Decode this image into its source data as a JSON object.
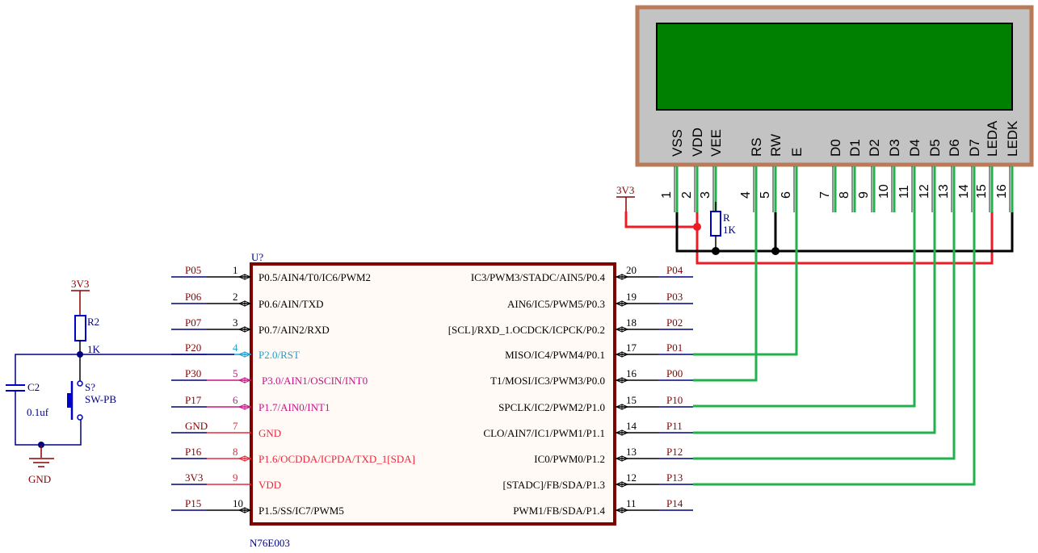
{
  "colors": {
    "chip_border": "#800000",
    "chip_fill": "#fffaf5",
    "net_wire": "#000080",
    "net_label": "#8b0000",
    "green_wire": "#22b14c",
    "red_wire": "#ed1c24",
    "black_wire": "#000000",
    "lcd_frame": "#b97a57",
    "lcd_body": "#c3c3c3",
    "lcd_screen": "#008000",
    "pin_default": "#000000",
    "pin_rst": "#1e9fd0",
    "pin_magenta": "#c71585",
    "pin_red": "#e8283c"
  },
  "mcu": {
    "designator": "U?",
    "part": "N76E003",
    "left_pins": [
      {
        "num": "1",
        "name": "P0.5/AIN4/T0/IC6/PWM2",
        "net": "P05",
        "style": "default"
      },
      {
        "num": "2",
        "name": "P0.6/AIN/TXD",
        "net": "P06",
        "style": "default"
      },
      {
        "num": "3",
        "name": "P0.7/AIN2/RXD",
        "net": "P07",
        "style": "default"
      },
      {
        "num": "4",
        "name": "P2.0/RST",
        "net": "P20",
        "style": "rst"
      },
      {
        "num": "5",
        "name": "P3.0/AIN1/OSCIN/INT0",
        "net": "P30",
        "style": "magenta"
      },
      {
        "num": "6",
        "name": "P1.7/AIN0/INT1",
        "net": "P17",
        "style": "magenta"
      },
      {
        "num": "7",
        "name": "GND",
        "net": "GND",
        "style": "red"
      },
      {
        "num": "8",
        "name": "P1.6/OCDDA/ICPDA/TXD_1[SDA]",
        "net": "P16",
        "style": "red"
      },
      {
        "num": "9",
        "name": "VDD",
        "net": "3V3",
        "style": "red"
      },
      {
        "num": "10",
        "name": "P1.5/SS/IC7/PWM5",
        "net": "P15",
        "style": "default"
      }
    ],
    "right_pins": [
      {
        "num": "20",
        "name": "IC3/PWM3/STADC/AIN5/P0.4",
        "net": "P04"
      },
      {
        "num": "19",
        "name": "AIN6/IC5/PWM5/P0.3",
        "net": "P03"
      },
      {
        "num": "18",
        "name": "[SCL]/RXD_1.OCDCK/ICPCK/P0.2",
        "net": "P02"
      },
      {
        "num": "17",
        "name": "MISO/IC4/PWM4/P0.1",
        "net": "P01"
      },
      {
        "num": "16",
        "name": "T1/MOSI/IC3/PWM3/P0.0",
        "net": "P00"
      },
      {
        "num": "15",
        "name": "SPCLK/IC2/PWM2/P1.0",
        "net": "P10"
      },
      {
        "num": "14",
        "name": "CLO/AIN7/IC1/PWM1/P1.1",
        "net": "P11"
      },
      {
        "num": "13",
        "name": "IC0/PWM0/P1.2",
        "net": "P12"
      },
      {
        "num": "12",
        "name": "[STADC]/FB/SDA/P1.3",
        "net": "P13"
      },
      {
        "num": "11",
        "name": "PWM1/FB/SDA/P1.4",
        "net": "P14"
      }
    ]
  },
  "reset_circuit": {
    "power_label": "3V3",
    "resistor": {
      "designator": "R2",
      "value": "1K"
    },
    "capacitor": {
      "designator": "C2",
      "value": "0.1uf"
    },
    "switch": {
      "designator": "S?",
      "value": "SW-PB"
    },
    "ground_label": "GND"
  },
  "lcd": {
    "pin_labels": [
      "VSS",
      "VDD",
      "VEE",
      "RS",
      "RW",
      "E",
      "D0",
      "D1",
      "D2",
      "D3",
      "D4",
      "D5",
      "D6",
      "D7",
      "LEDA",
      "LEDK"
    ],
    "pin_numbers": [
      "1",
      "2",
      "3",
      "4",
      "5",
      "6",
      "7",
      "8",
      "9",
      "10",
      "11",
      "12",
      "13",
      "14",
      "15",
      "16"
    ],
    "power_label": "3V3",
    "contrast_resistor": {
      "designator": "R",
      "value": "1K"
    }
  }
}
